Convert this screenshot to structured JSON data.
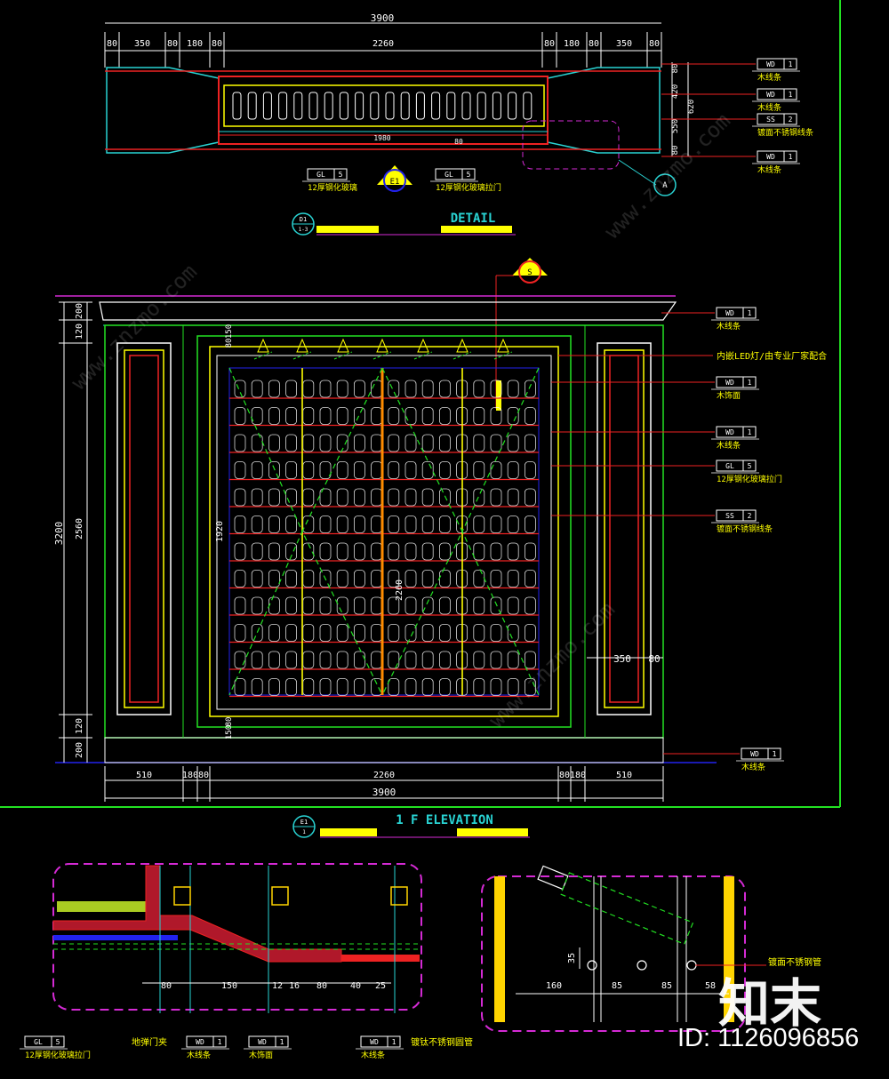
{
  "titles": {
    "detail": "DETAIL",
    "detail_tag": "D1",
    "detail_sub": "1-3",
    "elevation": "1 F ELEVATION",
    "elevation_tag": "E1",
    "elevation_sub": "1",
    "callout_e1": "E1",
    "callout_a": "A",
    "callout_s": "S"
  },
  "plan_dims": {
    "overall": "3900",
    "segments": [
      "80",
      "350",
      "80",
      "180",
      "80",
      "2260",
      "80",
      "180",
      "80",
      "350",
      "80"
    ],
    "right": [
      "80",
      "420",
      "550",
      "80"
    ],
    "right_outer": "620",
    "inner": [
      "1980"
    ],
    "inner2": "80"
  },
  "elev_dims": {
    "bottom_segments": [
      "510",
      "180",
      "80",
      "2260",
      "80",
      "180",
      "510"
    ],
    "overall": "3900",
    "left": [
      "200",
      "120",
      "2560",
      "120",
      "200"
    ],
    "left_total": "3200",
    "inner_left": [
      "150",
      "80",
      "2260",
      "80",
      "150"
    ],
    "inner_right": [
      "350",
      "80"
    ],
    "center_height": "1920",
    "center_v": "2260"
  },
  "tags": [
    {
      "code": "WD",
      "num": "1",
      "label": "木线条"
    },
    {
      "code": "WD",
      "num": "1",
      "label": "木线条"
    },
    {
      "code": "SS",
      "num": "2",
      "label": "镀面不锈钢线条"
    },
    {
      "code": "WD",
      "num": "1",
      "label": "木线条"
    },
    {
      "code": "GL",
      "num": "5",
      "label": "12厚钢化玻璃"
    },
    {
      "code": "GL",
      "num": "5",
      "label": "12厚钢化玻璃拉门"
    },
    {
      "code": "WD",
      "num": "1",
      "label": "木线条"
    },
    {
      "code": "WD",
      "num": "1",
      "label": "木饰面"
    },
    {
      "code": "WD",
      "num": "1",
      "label": "木线条"
    },
    {
      "code": "GL",
      "num": "5",
      "label": "12厚钢化玻璃拉门"
    },
    {
      "code": "SS",
      "num": "2",
      "label": "镀面不锈钢线条"
    },
    {
      "code": "WD",
      "num": "1",
      "label": "木线条"
    },
    {
      "code": "GL",
      "num": "5",
      "label": "12厚钢化玻璃拉门"
    },
    {
      "code": "WD",
      "num": "1",
      "label": "木线条"
    },
    {
      "code": "WD",
      "num": "1",
      "label": "木饰面"
    },
    {
      "code": "WD",
      "num": "1",
      "label": "木线条"
    }
  ],
  "notes": {
    "led": "内嵌LED灯/由专业厂家配合",
    "door_clip": "地弹门夹",
    "ss_tube": "镀面不锈钢管",
    "ss_pipe": "镀钛不锈钢圆管"
  },
  "detail_dims": {
    "sec1": [
      "80",
      "150",
      "12",
      "16",
      "80",
      "40",
      "25"
    ],
    "sec2": [
      "35",
      "160",
      "85",
      "85",
      "58"
    ]
  },
  "watermark": {
    "logo": "知末",
    "id": "ID: 1126096856",
    "site": "www.znzmo.com"
  }
}
